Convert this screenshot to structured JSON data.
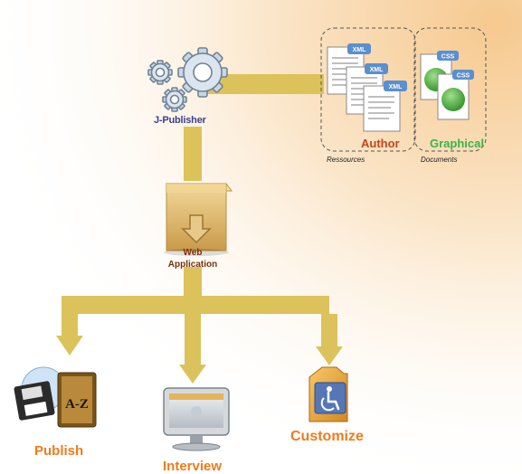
{
  "diagram": {
    "engine_label": "J-Publisher",
    "resources": {
      "author_label": "Author",
      "graphical_label": "Graphical",
      "ressources_caption": "Ressources",
      "documents_caption": "Documents",
      "xml_tags": [
        "XML",
        "XML",
        "XML"
      ],
      "css_tags": [
        "CSS",
        "CSS"
      ]
    },
    "package_label_line1": "Web",
    "package_label_line2": "Application",
    "outputs": [
      {
        "label": "Publish",
        "icon": "floppy-book-icon",
        "tag": "A-Z"
      },
      {
        "label": "Interview",
        "icon": "monitor-icon"
      },
      {
        "label": "Customize",
        "icon": "folder-accessibility-icon"
      }
    ],
    "colors": {
      "flow": "#dcc25a",
      "flow_dark": "#c9ac3c",
      "accent_orange": "#f07b1a",
      "author": "#c0471a",
      "graphical": "#39b54a",
      "engine_text": "#3b3f8f"
    }
  }
}
